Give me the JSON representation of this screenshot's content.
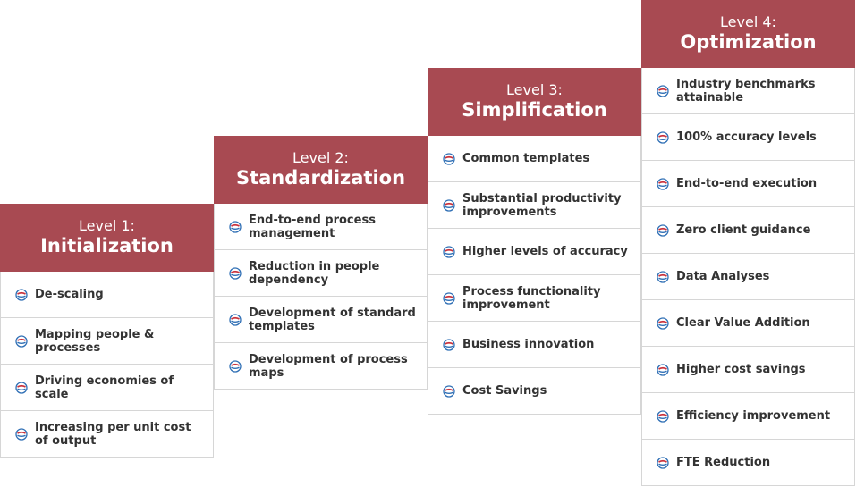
{
  "levels": [
    {
      "level_label": "Level 1:",
      "name": "Initialization",
      "items": [
        "De-scaling",
        "Mapping people & processes",
        "Driving economies of scale",
        "Increasing per unit cost of output"
      ]
    },
    {
      "level_label": "Level 2:",
      "name": "Standardization",
      "items": [
        "End-to-end process management",
        "Reduction in people dependency",
        "Development of standard templates",
        "Development of process maps"
      ]
    },
    {
      "level_label": "Level 3:",
      "name": "Simplification",
      "items": [
        "Common templates",
        "Substantial productivity improvements",
        "Higher levels of accuracy",
        "Process functionality improvement",
        "Business innovation",
        "Cost Savings"
      ]
    },
    {
      "level_label": "Level 4:",
      "name": "Optimization",
      "items": [
        "Industry benchmarks attainable",
        "100% accuracy levels",
        "End-to-end execution",
        "Zero client guidance",
        "Data Analyses",
        "Clear Value Addition",
        "Higher cost savings",
        "Efficiency improvement",
        "FTE Reduction"
      ]
    }
  ],
  "colors": {
    "header_bg": "#a84a52",
    "item_text": "#333333",
    "divider": "#d6d6d6",
    "icon_red": "#c8323c",
    "icon_blue": "#2f6fb5"
  },
  "icons": {
    "bullet": "swirl-bullet-icon"
  }
}
